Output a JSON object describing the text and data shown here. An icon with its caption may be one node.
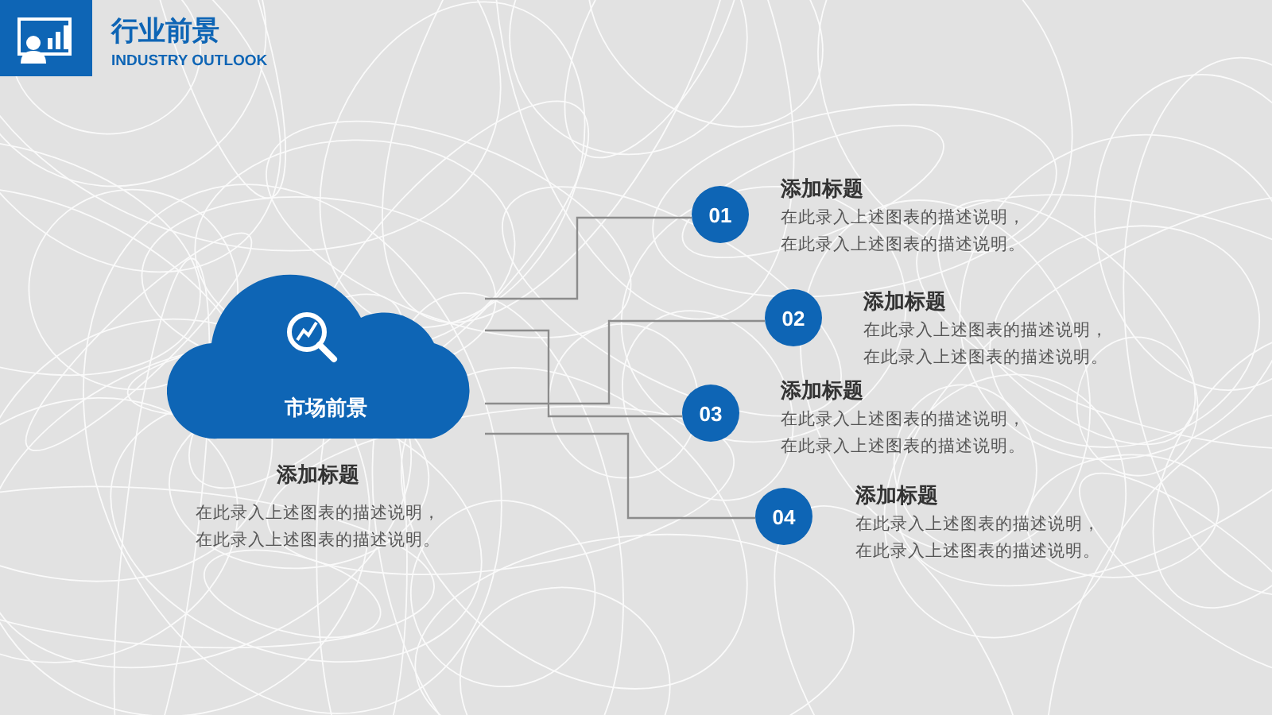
{
  "diagram": {
    "title": "行业前景",
    "nodes": [
      {
        "text": [
          "市场前景"
        ],
        "beside": [
          "添加标题",
          "在此录入上述图表的描述说明，在此录入上述图表的描述说明。"
        ]
      },
      {
        "text": [
          "01"
        ],
        "beside": [
          "添加标题",
          "在此录入上述图表的描述说明，在此录入上述图表的描述说明。"
        ]
      },
      {
        "text": [
          "02"
        ],
        "beside": [
          "添加标题",
          "在此录入上述图表的描述说明，在此录入上述图表的描述说明。"
        ]
      },
      {
        "text": [
          "03"
        ],
        "beside": [
          "添加标题",
          "在此录入上述图表的描述说明，在此录入上述图表的描述说明。"
        ]
      },
      {
        "text": [
          "04"
        ],
        "beside": [
          "添加标题",
          "在此录入上述图表的描述说明，在此录入上述图表的描述说明。"
        ]
      }
    ],
    "edges": [
      {
        "from": 0,
        "to": 1,
        "arrow": "none"
      },
      {
        "from": 0,
        "to": 2,
        "arrow": "none"
      },
      {
        "from": 0,
        "to": 3,
        "arrow": "none"
      },
      {
        "from": 0,
        "to": 4,
        "arrow": "none"
      }
    ],
    "labels": [
      "INDUSTRY OUTLOOK"
    ]
  }
}
